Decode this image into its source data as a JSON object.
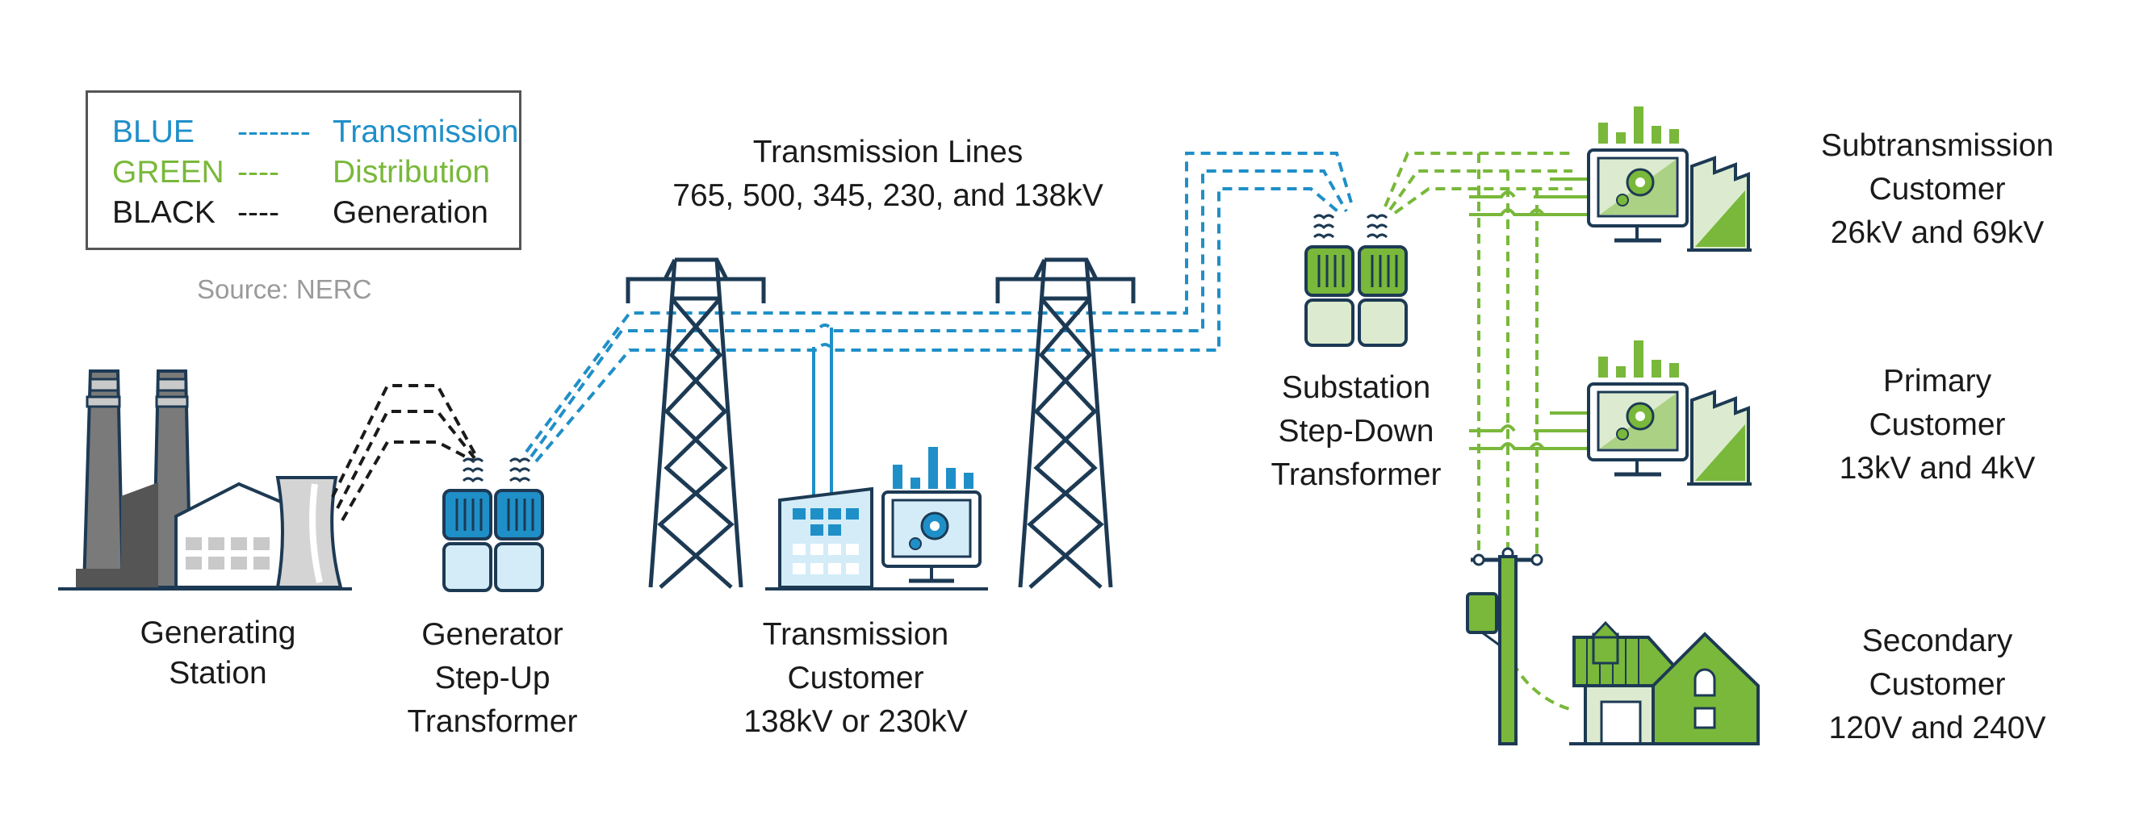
{
  "legend": {
    "rows": [
      {
        "color_name": "BLUE",
        "dash": "-------",
        "meaning": "Transmission",
        "color": "#1f8fc8"
      },
      {
        "color_name": "GREEN",
        "dash": "----",
        "meaning": "Distribution",
        "color": "#79b83a"
      },
      {
        "color_name": "BLACK",
        "dash": "----",
        "meaning": "Generation",
        "color": "#1a1a1a"
      }
    ]
  },
  "source": "Source: NERC",
  "labels": {
    "transmission_lines": [
      "Transmission Lines",
      "765, 500, 345, 230, and 138kV"
    ],
    "generating_station": [
      "Generating",
      "Station"
    ],
    "step_up": [
      "Generator",
      "Step-Up",
      "Transformer"
    ],
    "transmission_customer": [
      "Transmission",
      "Customer",
      "138kV or 230kV"
    ],
    "substation": [
      "Substation",
      "Step-Down",
      "Transformer"
    ],
    "subtransmission_customer": [
      "Subtransmission",
      "Customer",
      "26kV and 69kV"
    ],
    "primary_customer": [
      "Primary",
      "Customer",
      "13kV and 4kV"
    ],
    "secondary_customer": [
      "Secondary",
      "Customer",
      "120V and 240V"
    ]
  },
  "colors": {
    "blue_line": "#1f8fc8",
    "green_line": "#79b83a",
    "navy": "#1d3a54",
    "light_blue": "#d3ecf8",
    "light_green": "#dcebcf",
    "gray": "#888888"
  }
}
